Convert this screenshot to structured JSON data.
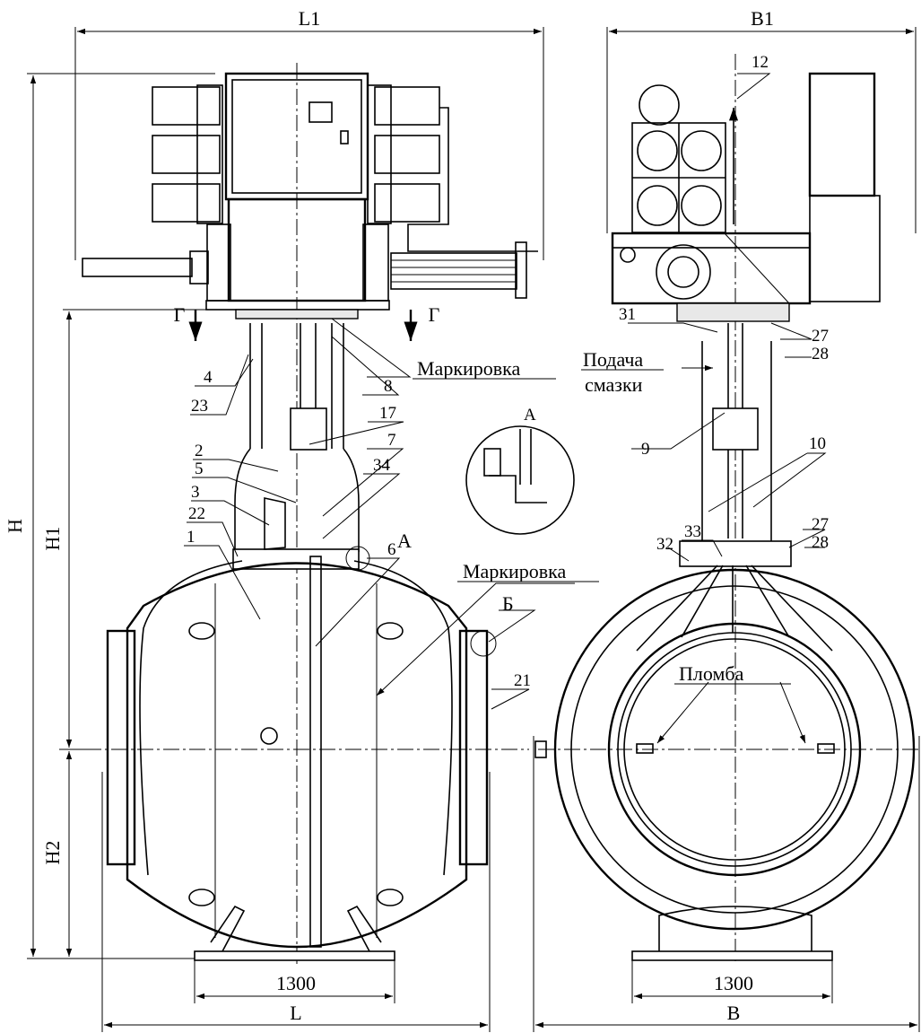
{
  "dimensions": {
    "L1": "L1",
    "B1": "B1",
    "H": "H",
    "H1": "H1",
    "H2": "H2",
    "L": "L",
    "B": "B",
    "width_front": "1300",
    "width_side": "1300"
  },
  "section_marks": {
    "left": "Г",
    "right": "Г"
  },
  "callouts": {
    "c1": "1",
    "c2": "2",
    "c3": "3",
    "c4": "4",
    "c5": "5",
    "c6": "6",
    "c7": "7",
    "c8": "8",
    "c9": "9",
    "c10": "10",
    "c12": "12",
    "c17": "17",
    "c21": "21",
    "c22": "22",
    "c23": "23",
    "c27a": "27",
    "c28a": "28",
    "c27b": "27",
    "c28b": "28",
    "c31": "31",
    "c32": "32",
    "c33": "33",
    "c34": "34"
  },
  "views": {
    "detail_a": "А",
    "detail_a_label": "А",
    "detail_b": "Б"
  },
  "annotations": {
    "marking_top": "Маркировка",
    "marking_body": "Маркировка",
    "lubrication_line1": "Подача",
    "lubrication_line2": "смазки",
    "seal": "Пломба"
  }
}
